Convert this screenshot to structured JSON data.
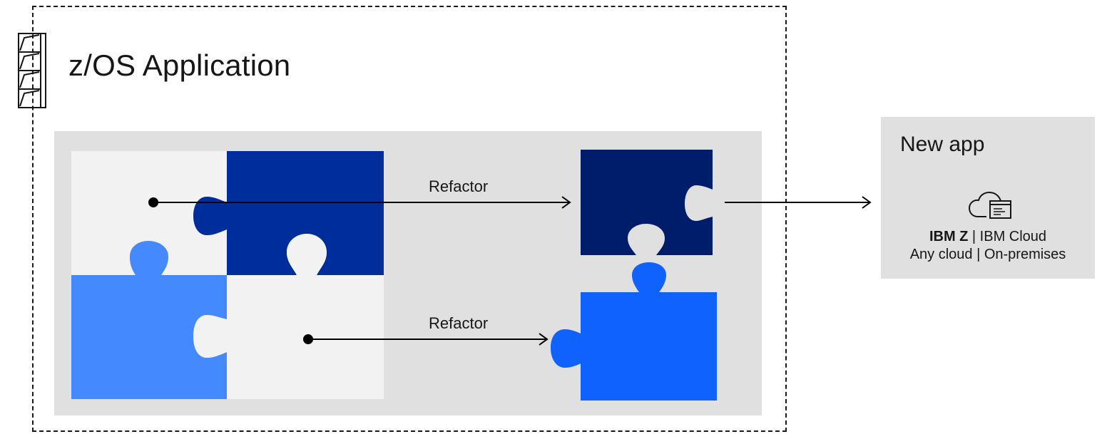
{
  "diagram": {
    "application_title": "z/OS Application",
    "refactor_top_label": "Refactor",
    "refactor_bottom_label": "Refactor"
  },
  "new_app": {
    "title": "New app",
    "target_primary_bold": "IBM Z",
    "target_primary_rest": " | IBM Cloud",
    "target_secondary": "Any cloud | On-premises"
  },
  "colors": {
    "dark_navy": "#001d6c",
    "navy": "#002d9c",
    "bright_blue": "#0f62fe",
    "light_blue": "#4589ff",
    "light_gray": "#f2f2f2",
    "panel_gray": "#e0e0e0"
  },
  "icons": [
    "mainframe-icon",
    "cloud-app-icon"
  ]
}
